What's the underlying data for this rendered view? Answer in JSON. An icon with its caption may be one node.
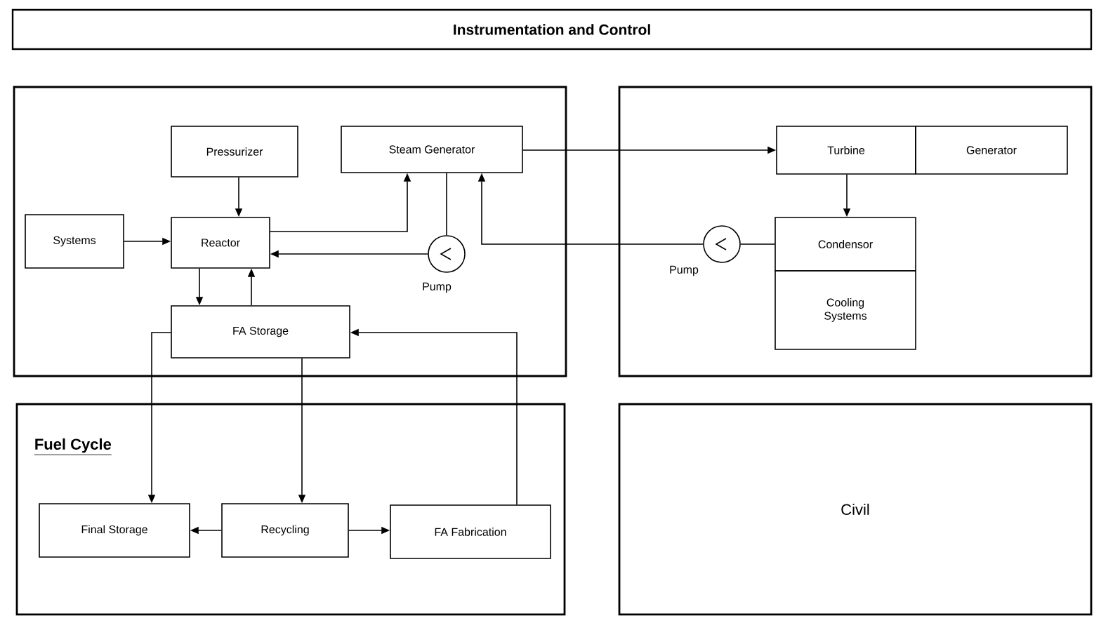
{
  "diagram": {
    "nodes": [
      {
        "text": [
          "Instrumentation and Control"
        ]
      },
      {
        "text": [],
        "shape": "box"
      },
      {
        "text": [],
        "shape": "box"
      },
      {
        "text": [
          "Fuel Cycle"
        ]
      },
      {
        "text": [
          "Civil"
        ]
      },
      {
        "text": [
          "Pressurizer"
        ],
        "in": 1
      },
      {
        "text": [
          "Steam Generator"
        ],
        "in": 1
      },
      {
        "text": [
          "Systems"
        ],
        "in": 1
      },
      {
        "text": [
          "Reactor"
        ],
        "in": 1
      },
      {
        "text": [],
        "shape": "circle",
        "in": 1,
        "beside": [
          "Pump"
        ]
      },
      {
        "text": [
          "FA Storage"
        ],
        "in": 1
      },
      {
        "text": [
          "Turbine"
        ],
        "in": 2
      },
      {
        "text": [
          "Generator"
        ],
        "in": 2
      },
      {
        "text": [
          "Condensor"
        ],
        "in": 2
      },
      {
        "text": [
          "Cooling Systems"
        ],
        "in": 2
      },
      {
        "text": [],
        "shape": "circle",
        "in": 2,
        "beside": [
          "Pump"
        ]
      },
      {
        "text": [
          "Final Storage"
        ],
        "in": 3
      },
      {
        "text": [
          "Recycling"
        ],
        "in": 3
      },
      {
        "text": [
          "FA Fabrication"
        ],
        "in": 3
      }
    ],
    "edges": [
      {
        "from": 5,
        "to": 8,
        "arrow": "to"
      },
      {
        "from": 7,
        "to": 8,
        "arrow": "to"
      },
      {
        "from": 8,
        "to": 6,
        "arrow": "to"
      },
      {
        "from": 6,
        "to": 9,
        "arrow": "none"
      },
      {
        "from": 9,
        "to": 8,
        "arrow": "to"
      },
      {
        "from": 8,
        "to": 10,
        "arrow": "to"
      },
      {
        "from": 10,
        "to": 8,
        "arrow": "to"
      },
      {
        "from": 6,
        "to": 11,
        "arrow": "to"
      },
      {
        "from": 11,
        "to": 13,
        "arrow": "to"
      },
      {
        "from": 13,
        "to": 15,
        "arrow": "none"
      },
      {
        "from": 15,
        "to": 6,
        "arrow": "to"
      },
      {
        "from": 10,
        "to": 16,
        "arrow": "to"
      },
      {
        "from": 10,
        "to": 17,
        "arrow": "to"
      },
      {
        "from": 17,
        "to": 16,
        "arrow": "to"
      },
      {
        "from": 17,
        "to": 18,
        "arrow": "to"
      },
      {
        "from": 18,
        "to": 10,
        "arrow": "to"
      }
    ]
  }
}
